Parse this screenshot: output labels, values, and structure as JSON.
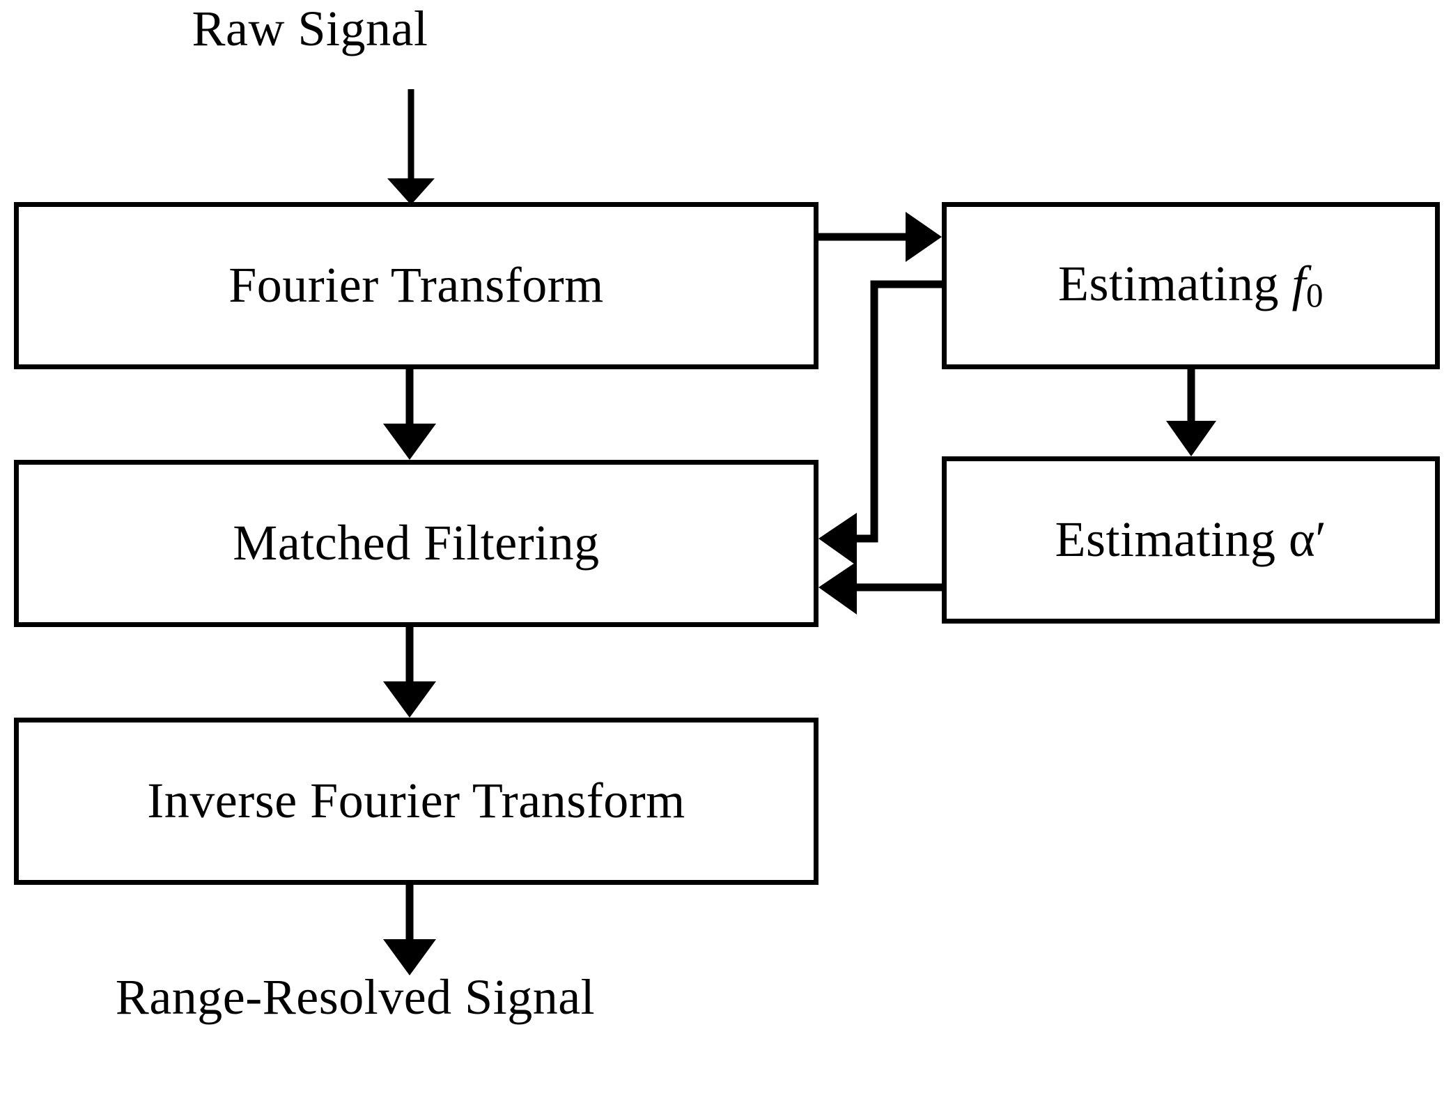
{
  "diagram": {
    "title": "Radar signal processing flowchart",
    "background_color": "#ffffff",
    "stroke_color": "#000000"
  },
  "labels": {
    "input": "Raw Signal",
    "output": "Range-Resolved Signal"
  },
  "nodes": [
    {
      "id": "fourier-transform",
      "label": "Fourier Transform"
    },
    {
      "id": "matched-filtering",
      "label": "Matched Filtering"
    },
    {
      "id": "inverse-fourier",
      "label": "Inverse Fourier Transform"
    },
    {
      "id": "estimating-f0",
      "label_prefix": "Estimating ",
      "symbol": "f",
      "subscript": "0"
    },
    {
      "id": "estimating-alpha",
      "label_prefix": "Estimating ",
      "symbol": "α′",
      "subscript": ""
    }
  ],
  "edges": [
    {
      "id": "raw-to-fourier",
      "from": "Raw Signal",
      "to": "Fourier Transform",
      "direction": "down"
    },
    {
      "id": "fourier-to-matched",
      "from": "Fourier Transform",
      "to": "Matched Filtering",
      "direction": "down"
    },
    {
      "id": "fourier-to-estimating-f0",
      "from": "Fourier Transform",
      "to": "Estimating f0",
      "direction": "right"
    },
    {
      "id": "estimating-f0-to-alpha",
      "from": "Estimating f0",
      "to": "Estimating alpha-prime",
      "direction": "down"
    },
    {
      "id": "estimating-f0-to-matched",
      "from": "Estimating f0",
      "to": "Matched Filtering",
      "direction": "left-feedback"
    },
    {
      "id": "alpha-to-matched",
      "from": "Estimating alpha-prime",
      "to": "Matched Filtering",
      "direction": "left"
    },
    {
      "id": "matched-to-inverse",
      "from": "Matched Filtering",
      "to": "Inverse Fourier Transform",
      "direction": "down"
    },
    {
      "id": "inverse-to-output",
      "from": "Inverse Fourier Transform",
      "to": "Range-Resolved Signal",
      "direction": "down"
    }
  ]
}
